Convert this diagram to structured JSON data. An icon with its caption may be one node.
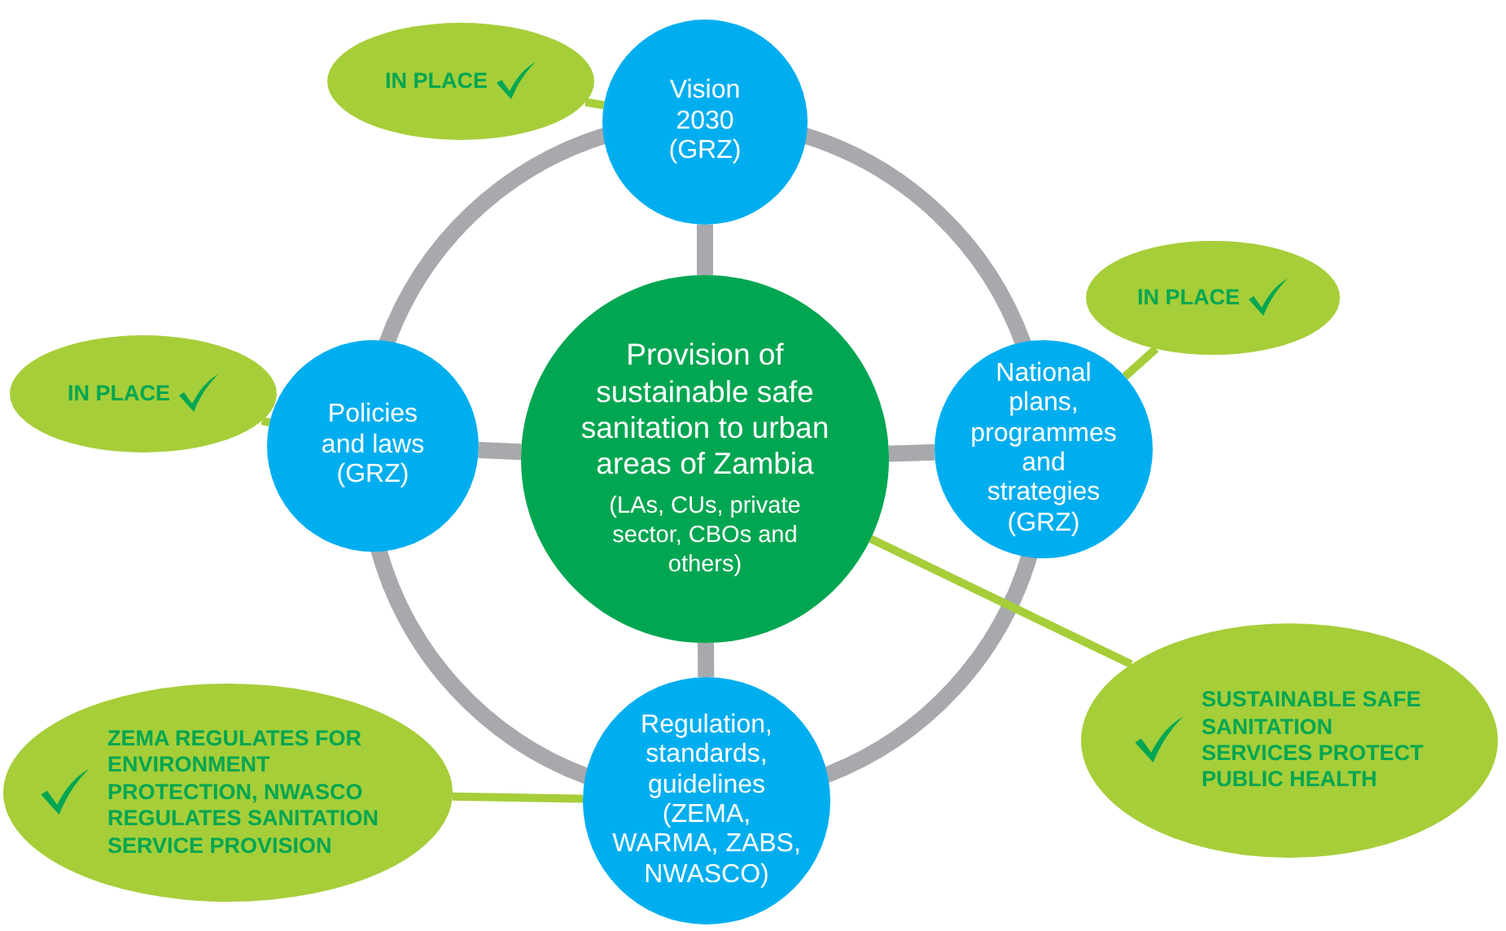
{
  "diagram": {
    "nodes": [
      {
        "text": [
          "IN PLACE"
        ]
      },
      {
        "text": [
          "Vision 2030 (GRZ)"
        ]
      },
      {
        "text": [
          "IN PLACE"
        ]
      },
      {
        "text": [
          "IN PLACE"
        ]
      },
      {
        "text": [
          "Policies and laws (GRZ)"
        ]
      },
      {
        "text": [
          "Provision of sustainable safe sanitation to urban areas of Zambia",
          "(LAs, CUs, private sector, CBOs and others)"
        ]
      },
      {
        "text": [
          "National plans, programmes and strategies (GRZ)"
        ]
      },
      {
        "text": [
          "SUSTAINABLE SAFE SANITATION SERVICES PROTECT PUBLIC HEALTH"
        ]
      },
      {
        "text": [
          "ZEMA REGULATES FOR ENVIRONMENT PROTECTION, NWASCO REGULATES SANITATION SERVICE PROVISION"
        ]
      },
      {
        "text": [
          "Regulation, standards, guidelines (ZEMA, WARMA, ZABS, NWASCO)"
        ]
      }
    ],
    "edges": [
      {
        "from": 5,
        "to": 1,
        "arrow": "none"
      },
      {
        "from": 5,
        "to": 4,
        "arrow": "none"
      },
      {
        "from": 5,
        "to": 6,
        "arrow": "none"
      },
      {
        "from": 5,
        "to": 9,
        "arrow": "none"
      },
      {
        "from": 1,
        "to": 6,
        "arrow": "none"
      },
      {
        "from": 6,
        "to": 9,
        "arrow": "none"
      },
      {
        "from": 9,
        "to": 4,
        "arrow": "none"
      },
      {
        "from": 4,
        "to": 1,
        "arrow": "none"
      },
      {
        "from": 0,
        "to": 1,
        "arrow": "none",
        "color": "#a6ce39"
      },
      {
        "from": 2,
        "to": 6,
        "arrow": "none",
        "color": "#a6ce39"
      },
      {
        "from": 3,
        "to": 4,
        "arrow": "none",
        "color": "#a6ce39"
      },
      {
        "from": 7,
        "to": 5,
        "arrow": "none",
        "color": "#a6ce39"
      },
      {
        "from": 8,
        "to": 9,
        "arrow": "none",
        "color": "#a6ce39"
      }
    ]
  }
}
